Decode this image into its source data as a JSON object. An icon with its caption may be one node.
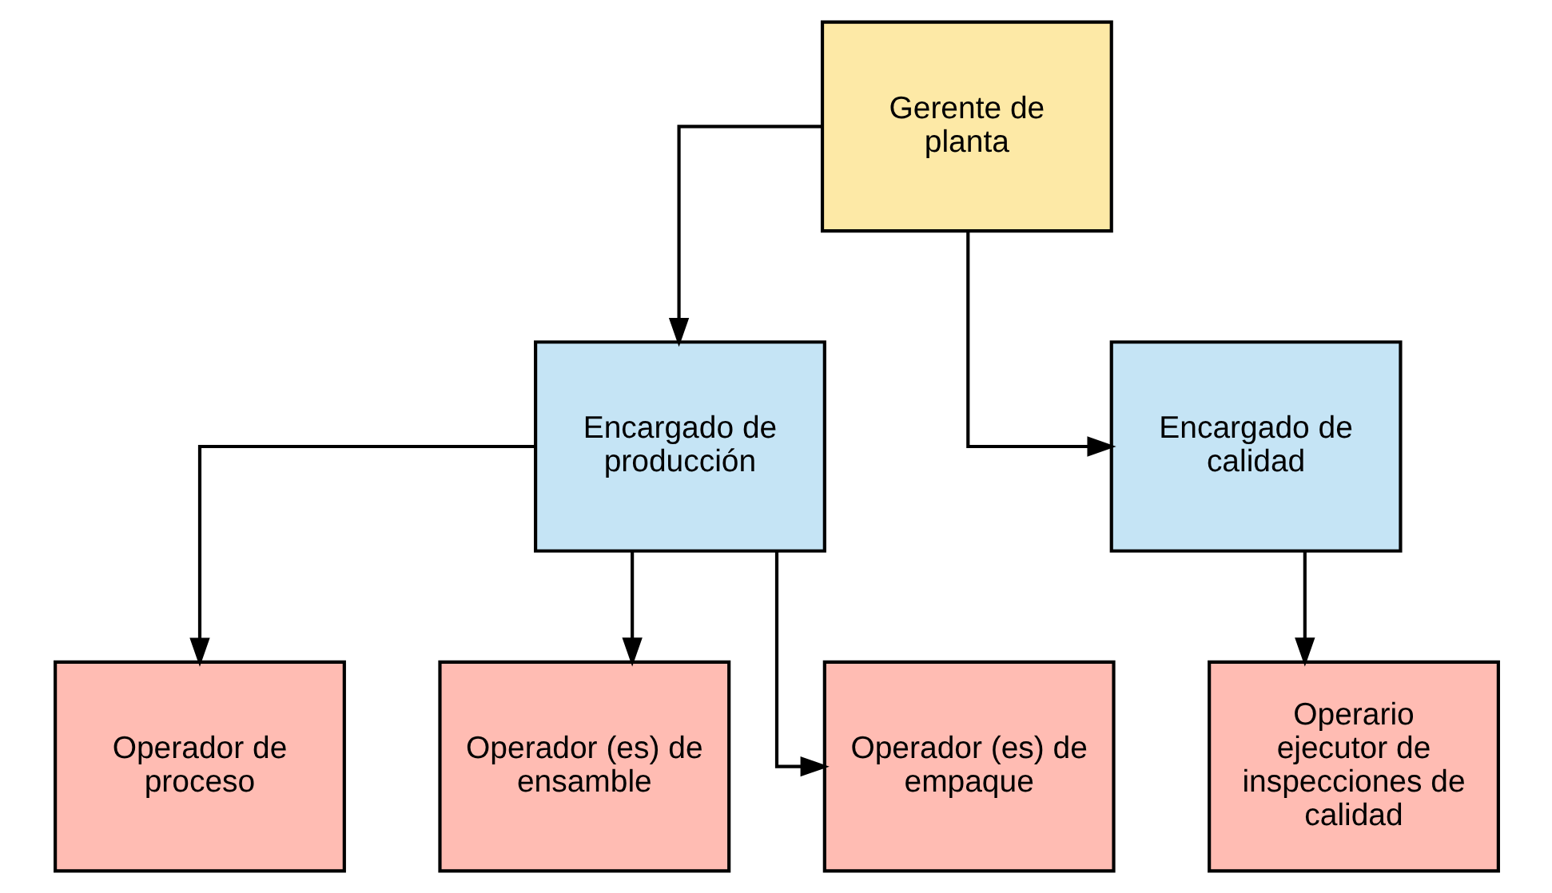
{
  "diagram": {
    "nodes": [
      {
        "text": [
          "Gerente de planta"
        ]
      },
      {
        "text": [
          "Encargado de producción"
        ]
      },
      {
        "text": [
          "Encargado de calidad"
        ]
      },
      {
        "text": [
          "Operador de proceso"
        ]
      },
      {
        "text": [
          "Operador (es) de ensamble"
        ]
      },
      {
        "text": [
          "Operador (es) de empaque"
        ]
      },
      {
        "text": [
          "Operario ejecutor de inspecciones de calidad"
        ]
      }
    ],
    "edges": [
      {
        "from": 0,
        "to": 1,
        "arrow": "to"
      },
      {
        "from": 0,
        "to": 2,
        "arrow": "to"
      },
      {
        "from": 1,
        "to": 3,
        "arrow": "to"
      },
      {
        "from": 1,
        "to": 4,
        "arrow": "to"
      },
      {
        "from": 1,
        "to": 5,
        "arrow": "to"
      },
      {
        "from": 2,
        "to": 6,
        "arrow": "to"
      }
    ]
  }
}
